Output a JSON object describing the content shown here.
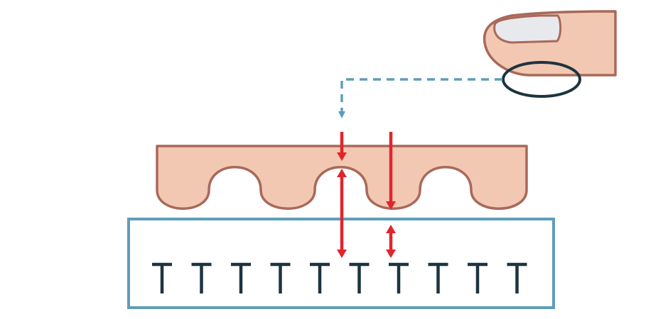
{
  "diagram": {
    "description_free": true,
    "colors": {
      "skin_fill": "#F3C8B2",
      "skin_outline": "#A8695A",
      "nail_fill": "#E8E9EC",
      "nail_outline": "#A8695A",
      "highlight_ring": "#1D3440",
      "dashed_path": "#5E9DBA",
      "sensor_border": "#5E9DBA",
      "electrode": "#1D3440",
      "arrow": "#E0252C"
    },
    "icons": {
      "finger": "finger-icon",
      "fingerprint_area": "ellipse-highlight",
      "zoom_path": "dashed-arrow",
      "ridges": "fingerprint-ridge-profile",
      "sensor": "capacitive-sensor",
      "electrodes": "electrode-array"
    },
    "electrode_count": 10,
    "ridge_count": 4,
    "arrows": [
      {
        "name": "ridge-contact-arrow",
        "kind": "down"
      },
      {
        "name": "valley-depth-arrow",
        "kind": "down"
      },
      {
        "name": "ridge-distance-arrow",
        "kind": "double"
      },
      {
        "name": "valley-distance-arrow",
        "kind": "double"
      }
    ]
  }
}
